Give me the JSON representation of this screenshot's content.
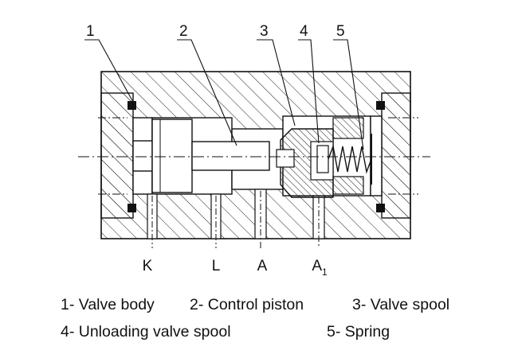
{
  "callouts": [
    "1",
    "2",
    "3",
    "4",
    "5"
  ],
  "ports": {
    "k": "K",
    "l": "L",
    "a": "A",
    "a1_main": "A",
    "a1_sub": "1"
  },
  "legend": {
    "item1": "1- Valve body",
    "item2": "2- Control piston",
    "item3": "3- Valve spool",
    "item4": "4- Unloading valve spool",
    "item5": "5- Spring"
  }
}
